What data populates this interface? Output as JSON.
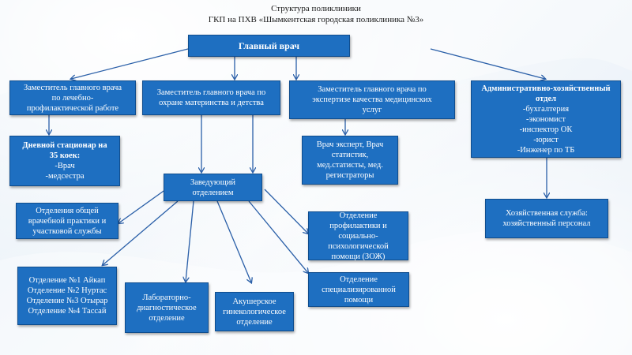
{
  "title": {
    "line1": "Структура поликлиники",
    "line2": "ГКП на ПХВ «Шымкентская городская поликлиника №3»"
  },
  "chief": "Главный врач",
  "deputy_treatment": [
    "Заместитель главного врача",
    "по лечебно-",
    "профилактической работе"
  ],
  "deputy_maternity": [
    "Заместитель главного врача по",
    "охране материнства и детства"
  ],
  "deputy_expertise": [
    "Заместитель главного врача по",
    "экспертизе качества медицинских",
    "услуг"
  ],
  "admin": {
    "title": [
      "Административно-хозяйственный",
      "отдел"
    ],
    "items": [
      "-бухгалтерия",
      "-экономист",
      "-инспектор ОК",
      "-юрист",
      "-Инженер по ТБ"
    ]
  },
  "day_hospital": {
    "title": [
      "Дневной стационар на",
      "35 коек:"
    ],
    "items": [
      "-Врач",
      "-медсестра"
    ]
  },
  "experts": [
    "Врач эксперт, Врач",
    "статистик,",
    "мед.статисты, мед.",
    "регистраторы"
  ],
  "head_dept": [
    "Заведующий",
    "отделением"
  ],
  "economic_service": [
    "Хозяйственная служба:",
    "хозяйственный персонал"
  ],
  "dept_general": [
    "Отделения общей",
    "врачебной практики и",
    "участковой службы"
  ],
  "dept_prevention": [
    "Отделение",
    "профилактики и",
    "социально-",
    "психологической",
    "помощи (ЗОЖ)"
  ],
  "dept_numbered": [
    "Отделение №1 Айкап",
    "Отделение №2 Нуртас",
    "Отделение №3 Отырар",
    "Отделение №4 Тассай"
  ],
  "dept_lab": [
    "Лабораторно-",
    "диагностическое",
    "отделение"
  ],
  "dept_obstetric": [
    "Акушерское",
    "гинекологическое",
    "отделение"
  ],
  "dept_specialized": [
    "Отделение",
    "специализированной",
    "помощи"
  ],
  "colors": {
    "box": "#1e6fc1",
    "box_border": "#0f4d8e",
    "arrow": "#2a5fa8",
    "text": "#ffffff"
  }
}
